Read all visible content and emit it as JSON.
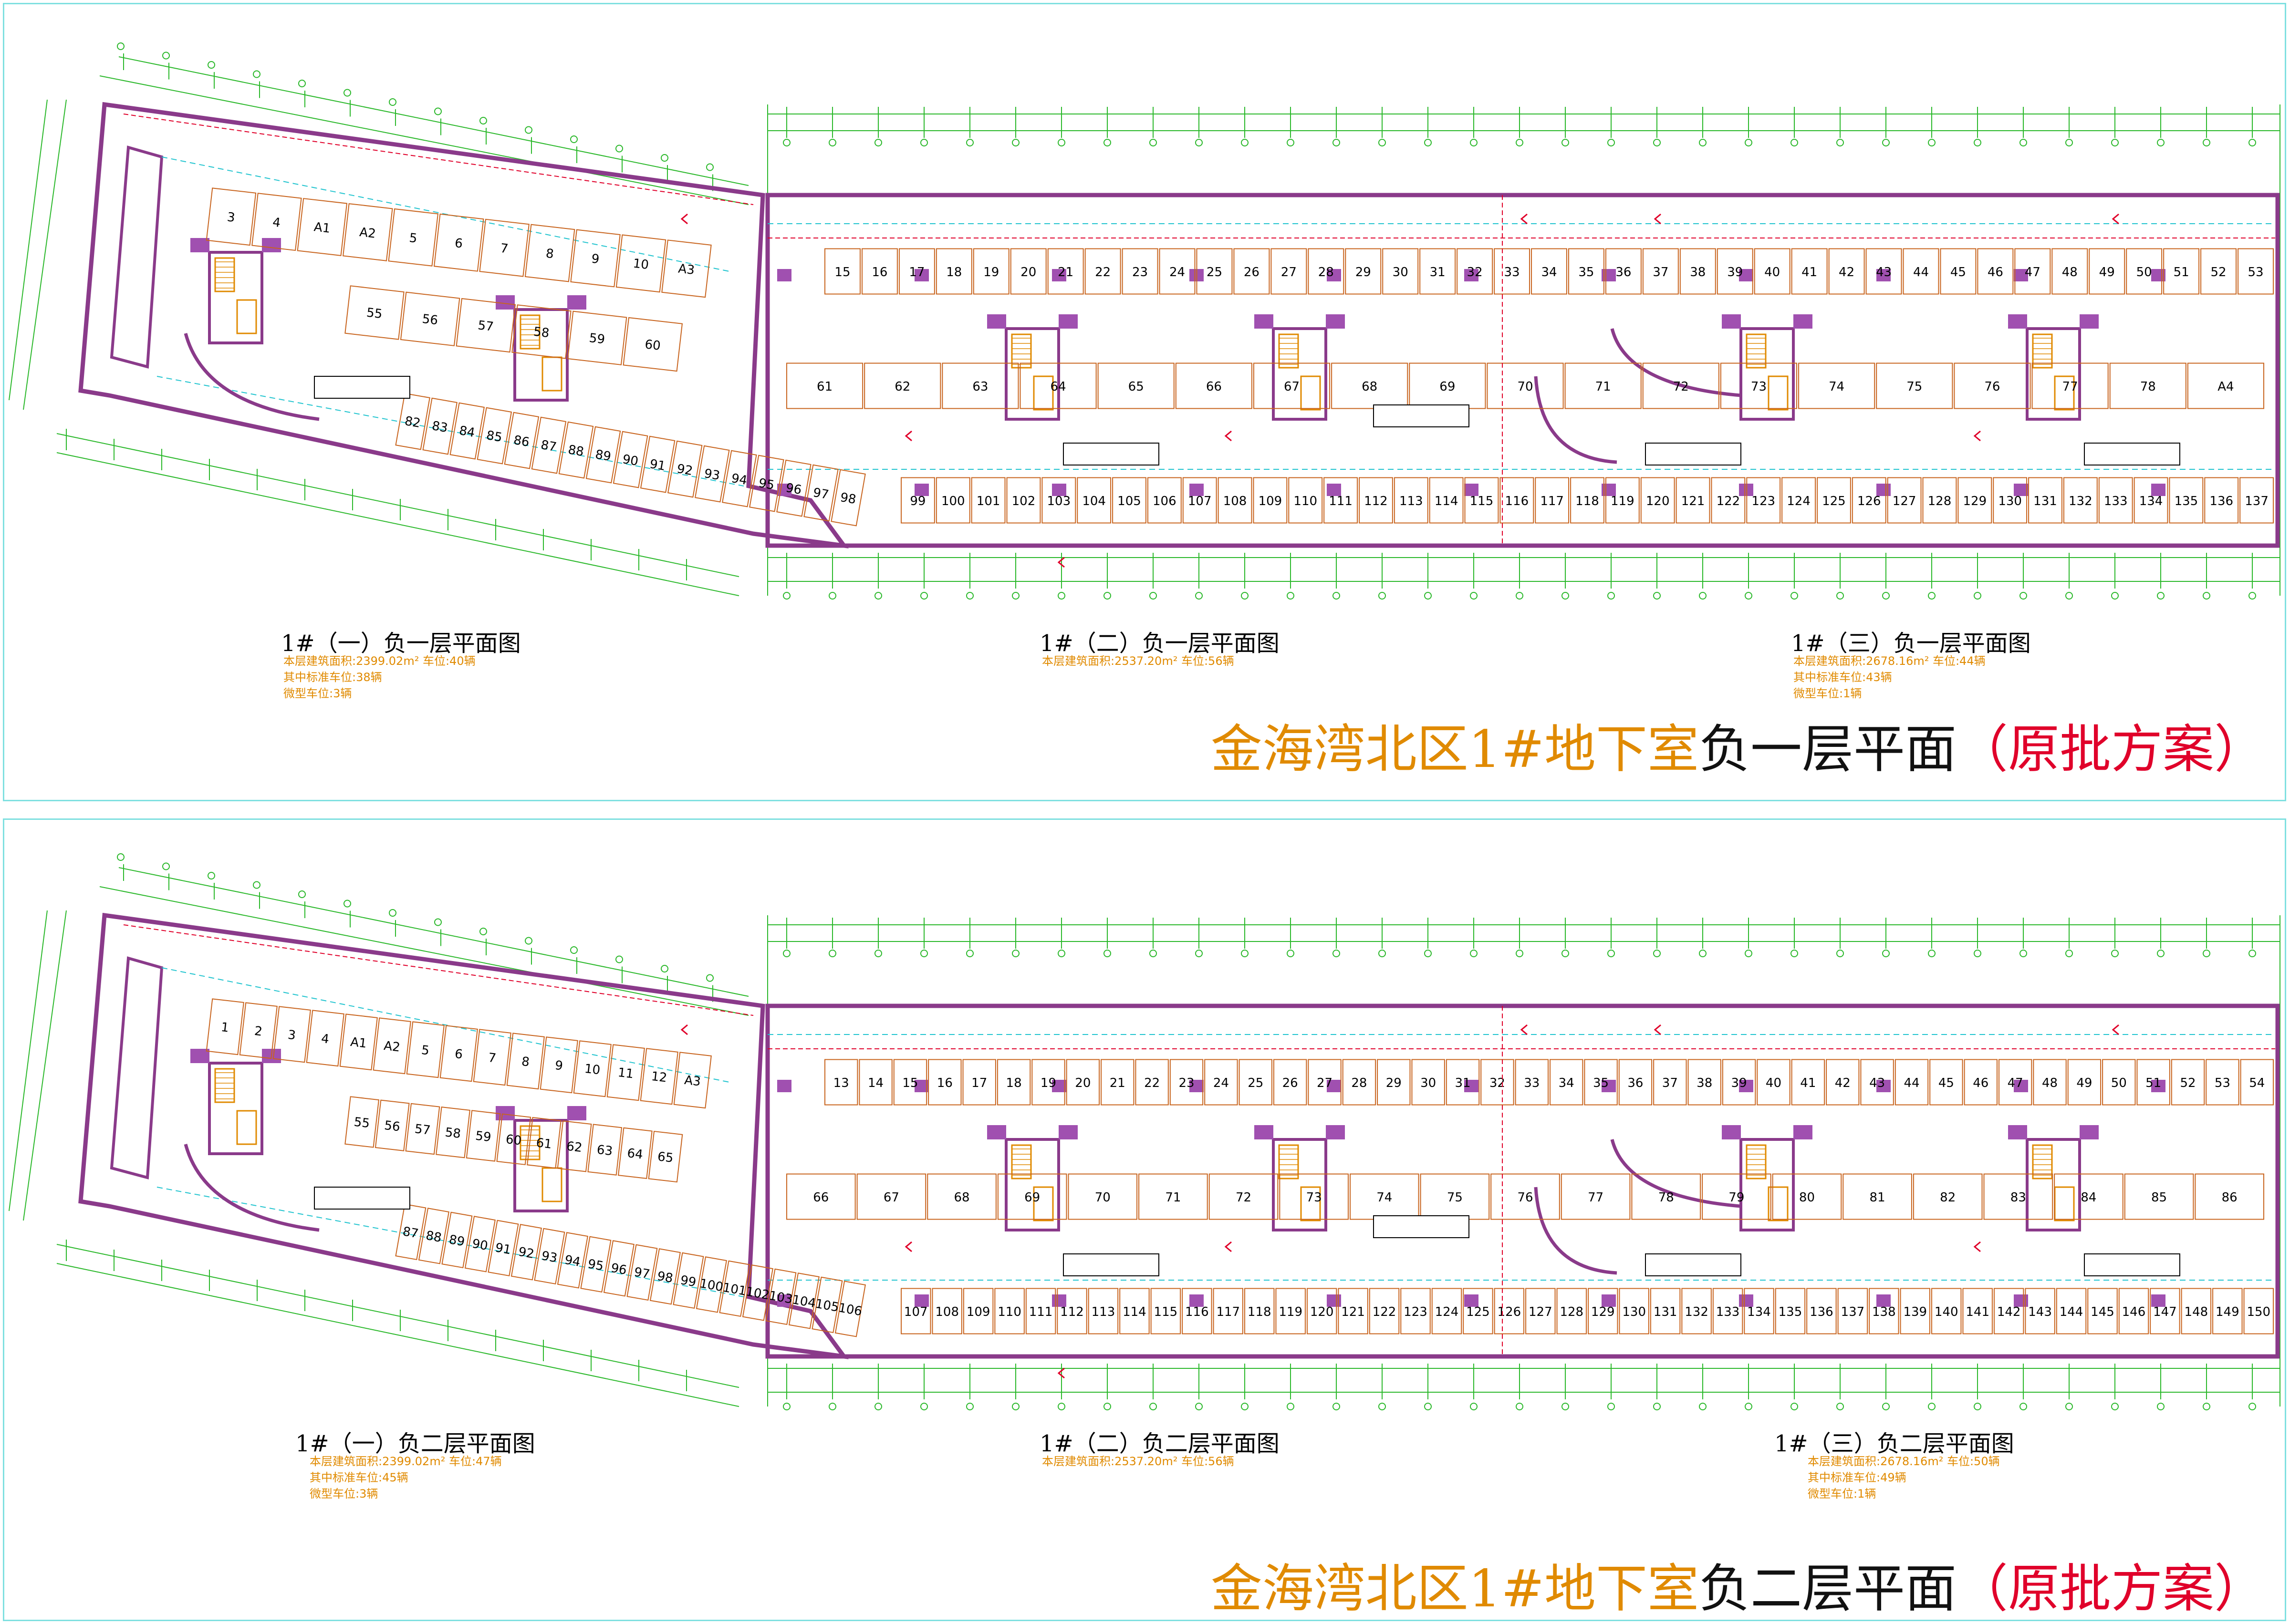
{
  "colors": {
    "wall": "#8a3a8a",
    "purple_block": "#a050b0",
    "dimension": "#2ab82a",
    "cyan": "#21c4cf",
    "slot": "#c8641e",
    "orange": "#e08a00",
    "red": "#e0002a",
    "frame": "#7fe0e0"
  },
  "top": {
    "main_title": {
      "part1": "金海湾北区1#地下室",
      "part2": "负一层平面",
      "part3": "（原批方案）"
    },
    "plans": [
      {
        "title": "1#（一）负一层平面图",
        "area": "本层建筑面积:2399.02m² 车位:40辆",
        "line2": "其中标准车位:38辆",
        "line3": "微型车位:3辆"
      },
      {
        "title": "1#（二）负一层平面图",
        "area": "本层建筑面积:2537.20m² 车位:56辆"
      },
      {
        "title": "1#（三）负一层平面图",
        "area": "本层建筑面积:2678.16m² 车位:44辆",
        "line2": "其中标准车位:43辆",
        "line3": "微型车位:1辆"
      }
    ],
    "slot_rows": [
      {
        "labels": [
          "3",
          "4",
          "A1",
          "A2",
          "5",
          "6",
          "7",
          "8",
          "9",
          "10",
          "A3"
        ]
      },
      {
        "labels": [
          "55",
          "56",
          "57",
          "58",
          "59",
          "60"
        ]
      },
      {
        "labels": [
          "82",
          "83",
          "84",
          "85",
          "86",
          "87",
          "88",
          "89",
          "90",
          "91",
          "92",
          "93",
          "94",
          "95",
          "96",
          "97",
          "98"
        ]
      },
      {
        "labels": [
          "15",
          "16",
          "17",
          "18",
          "19",
          "20",
          "21",
          "22",
          "23",
          "24",
          "25",
          "26",
          "27",
          "28",
          "29",
          "30",
          "31",
          "32",
          "33",
          "34",
          "35",
          "36",
          "37",
          "38",
          "39",
          "40",
          "41",
          "42",
          "43",
          "44",
          "45",
          "46",
          "47",
          "48",
          "49",
          "50",
          "51",
          "52",
          "53"
        ]
      },
      {
        "labels": [
          "61",
          "62",
          "63",
          "64",
          "65",
          "66",
          "67",
          "68",
          "69",
          "70",
          "71",
          "72",
          "73",
          "74",
          "75",
          "76",
          "77",
          "78",
          "A4"
        ]
      },
      {
        "labels": [
          "99",
          "100",
          "101",
          "102",
          "103",
          "104",
          "105",
          "106",
          "107",
          "108",
          "109",
          "110",
          "111",
          "112",
          "113",
          "114",
          "115",
          "116",
          "117",
          "118",
          "119",
          "120",
          "121",
          "122",
          "123",
          "124",
          "125",
          "126",
          "127",
          "128",
          "129",
          "130",
          "131",
          "132",
          "133",
          "134",
          "135",
          "136",
          "137"
        ]
      }
    ]
  },
  "bottom": {
    "main_title": {
      "part1": "金海湾北区1#地下室",
      "part2": "负二层平面",
      "part3": "（原批方案）"
    },
    "plans": [
      {
        "title": "1#（一）负二层平面图",
        "area": "本层建筑面积:2399.02m² 车位:47辆",
        "line2": "其中标准车位:45辆",
        "line3": "微型车位:3辆"
      },
      {
        "title": "1#（二）负二层平面图",
        "area": "本层建筑面积:2537.20m² 车位:56辆"
      },
      {
        "title": "1#（三）负二层平面图",
        "area": "本层建筑面积:2678.16m² 车位:50辆",
        "line2": "其中标准车位:49辆",
        "line3": "微型车位:1辆"
      }
    ],
    "slot_rows": [
      {
        "labels": [
          "1",
          "2",
          "3",
          "4",
          "A1",
          "A2",
          "5",
          "6",
          "7",
          "8",
          "9",
          "10",
          "11",
          "12",
          "A3"
        ]
      },
      {
        "labels": [
          "55",
          "56",
          "57",
          "58",
          "59",
          "60",
          "61",
          "62",
          "63",
          "64",
          "65"
        ]
      },
      {
        "labels": [
          "87",
          "88",
          "89",
          "90",
          "91",
          "92",
          "93",
          "94",
          "95",
          "96",
          "97",
          "98",
          "99",
          "100",
          "101",
          "102",
          "103",
          "104",
          "105",
          "106"
        ]
      },
      {
        "labels": [
          "13",
          "14",
          "15",
          "16",
          "17",
          "18",
          "19",
          "20",
          "21",
          "22",
          "23",
          "24",
          "25",
          "26",
          "27",
          "28",
          "29",
          "30",
          "31",
          "32",
          "33",
          "34",
          "35",
          "36",
          "37",
          "38",
          "39",
          "40",
          "41",
          "42",
          "43",
          "44",
          "45",
          "46",
          "47",
          "48",
          "49",
          "50",
          "51",
          "52",
          "53",
          "54"
        ]
      },
      {
        "labels": [
          "66",
          "67",
          "68",
          "69",
          "70",
          "71",
          "72",
          "73",
          "74",
          "75",
          "76",
          "77",
          "78",
          "79",
          "80",
          "81",
          "82",
          "83",
          "84",
          "85",
          "86"
        ]
      },
      {
        "labels": [
          "107",
          "108",
          "109",
          "110",
          "111",
          "112",
          "113",
          "114",
          "115",
          "116",
          "117",
          "118",
          "119",
          "120",
          "121",
          "122",
          "123",
          "124",
          "125",
          "126",
          "127",
          "128",
          "129",
          "130",
          "131",
          "132",
          "133",
          "134",
          "135",
          "136",
          "137",
          "138",
          "139",
          "140",
          "141",
          "142",
          "143",
          "144",
          "145",
          "146",
          "147",
          "148",
          "149",
          "150"
        ]
      }
    ]
  }
}
